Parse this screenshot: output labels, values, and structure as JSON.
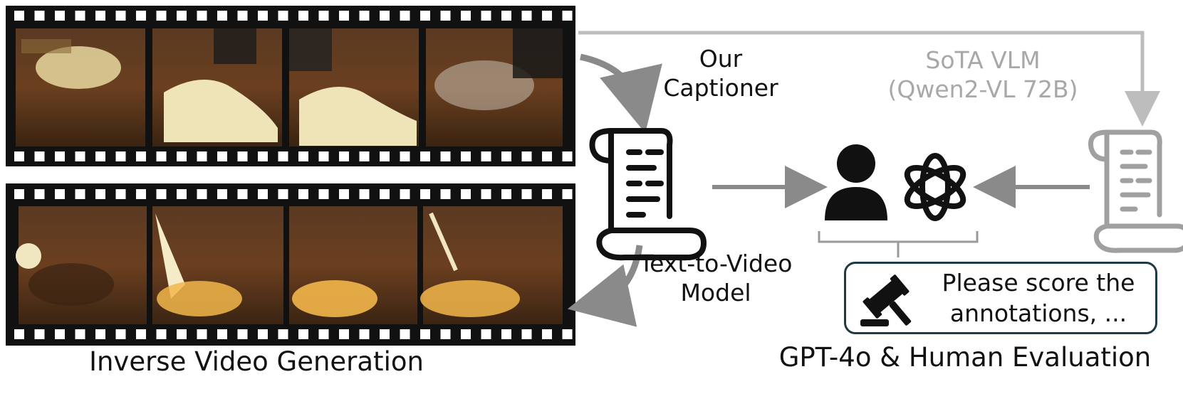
{
  "labels": {
    "our_captioner": [
      "Our",
      "Captioner"
    ],
    "text_to_video": [
      "Text-to-Video",
      "Model"
    ],
    "sota_vlm": [
      "SoTA VLM",
      "(Qwen2-VL 72B)"
    ],
    "inverse_generation": "Inverse Video Generation",
    "evaluation": "GPT-4o & Human Evaluation"
  },
  "prompt": {
    "lines": [
      "Please score the",
      "annotations, ..."
    ]
  },
  "icons": {
    "captioner_doc": "scroll-document-icon",
    "vlm_doc": "scroll-document-icon",
    "human": "person-icon",
    "gpt": "openai-logo-icon",
    "judge": "gavel-icon"
  },
  "colors": {
    "dark": "#111111",
    "gray": "#8a8a8a",
    "light_gray": "#bdbdbd",
    "box_border": "#1f3a44"
  }
}
